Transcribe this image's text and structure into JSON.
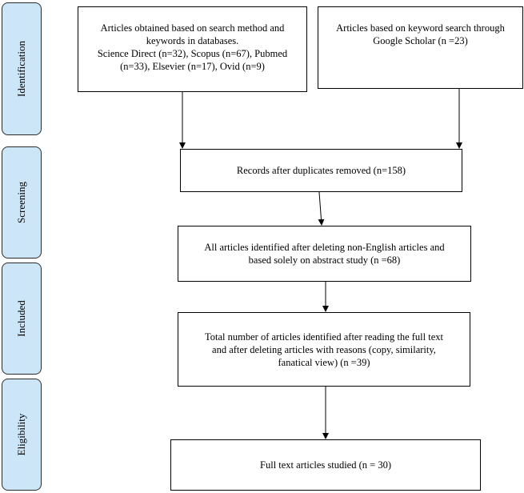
{
  "phases": {
    "identification": "Identification",
    "screening": "Screening",
    "included": "Included",
    "eligibility": "Eligibility"
  },
  "boxes": {
    "databases": {
      "lines": [
        "Articles obtained based on search method and",
        "keywords in databases.",
        "Science Direct (n=32), Scopus (n=67), Pubmed",
        "(n=33), Elsevier (n=17), Ovid (n=9)"
      ]
    },
    "scholar": {
      "lines": [
        "Articles based on keyword search through",
        "Google Scholar (n =23)"
      ]
    },
    "duplicates": {
      "lines": [
        "Records after duplicates removed (n=158)"
      ]
    },
    "abstract": {
      "lines": [
        "All articles identified after deleting non-English articles and",
        "based solely on abstract study (n =68)"
      ]
    },
    "fulltext": {
      "lines": [
        "Total number of articles identified after reading the full text",
        "and after deleting articles with reasons (copy, similarity,",
        "fanatical view) (n =39)"
      ]
    },
    "studied": {
      "lines": [
        "Full text articles studied (n = 30)"
      ]
    }
  }
}
